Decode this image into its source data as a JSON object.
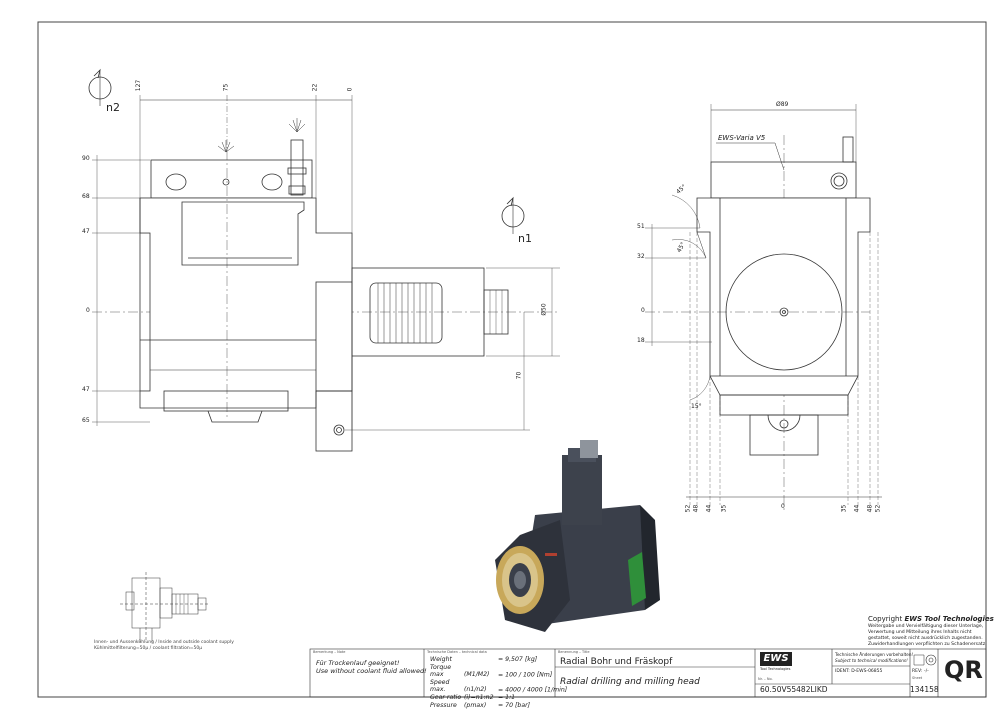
{
  "views": {
    "left": {
      "rotation_label": "n2",
      "top_dims": [
        "127",
        "75",
        "22",
        "0"
      ],
      "left_dims": [
        "90",
        "68",
        "47",
        "0",
        "47",
        "65"
      ],
      "right_dims": [
        "Ø50",
        "70"
      ]
    },
    "middle": {
      "rotation_label": "n1"
    },
    "right": {
      "top_dim": "Ø89",
      "callout": "EWS-Varia V5",
      "left_dims": [
        "51",
        "32",
        "0",
        "18"
      ],
      "angles": [
        "45°",
        "45°",
        "15°"
      ],
      "bottom_dims": [
        "52",
        "48",
        "44",
        "35",
        "0",
        "35",
        "44",
        "48",
        "52"
      ]
    }
  },
  "coolant": {
    "line1": "Innen- und Aussenkühlung / Inside and outside coolant supply",
    "line2": "Kühlmittelfilterung=50µ / coolant filtration=50µ"
  },
  "copyright": {
    "title_prefix": "Copyright",
    "title_brand": "EWS Tool Technologies",
    "lines": [
      "Weitergabe und Vervielfältigung dieser Unterlage,",
      "Verwertung und Mitteilung ihres Inhalts nicht",
      "gestattet, soweit nicht ausdrücklich zugestanden.",
      "Zuwiderhandlungen verpflichten zu Schadenersatz."
    ]
  },
  "title_block": {
    "remark_label": "Bemerkung – Note",
    "remark_de": "Für Trockenlauf geeignet!",
    "remark_en": "Use without coolant fluid allowed!",
    "tech_label": "Technische Daten – technical data",
    "tech_rows": [
      {
        "name": "Weight",
        "unit": "",
        "value": "9,507 [kg]"
      },
      {
        "name": "Torque max",
        "unit": "(M1/M2)",
        "value": "100 / 100 [Nm]"
      },
      {
        "name": "Speed max.",
        "unit": "(n1/n2)",
        "value": "4000 / 4000 [1/min]"
      },
      {
        "name": "Gear ratio",
        "unit": "(i)=n1:n2",
        "value": "1:1"
      },
      {
        "name": "Pressure",
        "unit": "(pmax)",
        "value": "70 [bar]"
      }
    ],
    "name_label": "Benennung – Title",
    "name_de": "Radial Bohr und Fräskopf",
    "name_en": "Radial drilling and milling head",
    "logo_text": "EWS",
    "logo_sub": "Tool Technologies",
    "part_label": "Nr. – No.",
    "part_number": "60.50V55482LIKD",
    "changes_de": "Technische Änderungen vorbehalten!",
    "changes_en": "Subject to technical modifications!",
    "ident": "IDENT: D-EWS-06855",
    "rev_label": "REV:",
    "rev_value": "-/-",
    "drawing_label": "Sheet",
    "drawing_number": "134158",
    "qr_text": "QR"
  }
}
